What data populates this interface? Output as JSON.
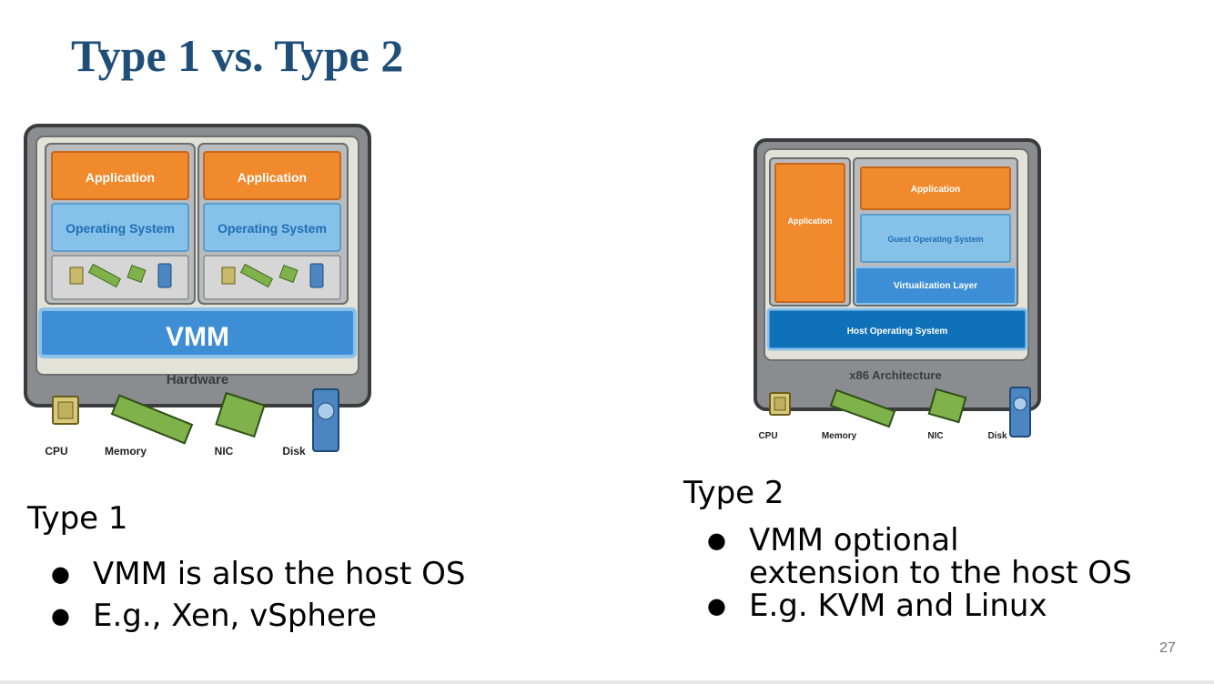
{
  "title": "Type 1 vs. Type 2",
  "type1": {
    "diagram": {
      "vm_labels": [
        {
          "application": "Application",
          "os": "Operating System"
        },
        {
          "application": "Application",
          "os": "Operating System"
        }
      ],
      "vmm": "VMM",
      "hardware": "Hardware",
      "components": [
        "CPU",
        "Memory",
        "NIC",
        "Disk"
      ]
    },
    "heading": "Type 1",
    "bullets": [
      "VMM is also the host OS",
      "E.g., Xen, vSphere"
    ]
  },
  "type2": {
    "diagram": {
      "host_application": "Application",
      "guest_application": "Application",
      "guest_os": "Guest Operating System",
      "virtualization_layer": "Virtualization Layer",
      "host_os": "Host Operating System",
      "architecture": "x86 Architecture",
      "components": [
        "CPU",
        "Memory",
        "NIC",
        "Disk"
      ]
    },
    "heading": "Type 2",
    "bullets": [
      {
        "line1": "VMM optional",
        "line2": "extension to the host OS"
      },
      {
        "line1": "E.g. KVM and Linux",
        "line2": ""
      }
    ]
  },
  "page_number": "27",
  "colors": {
    "title": "#1f4e79",
    "application": "#f08a2c",
    "operating_system": "#85c1e9",
    "vmm": "#3d8ed4",
    "host_os": "#0f72b8",
    "frame": "#8a8c8f"
  }
}
